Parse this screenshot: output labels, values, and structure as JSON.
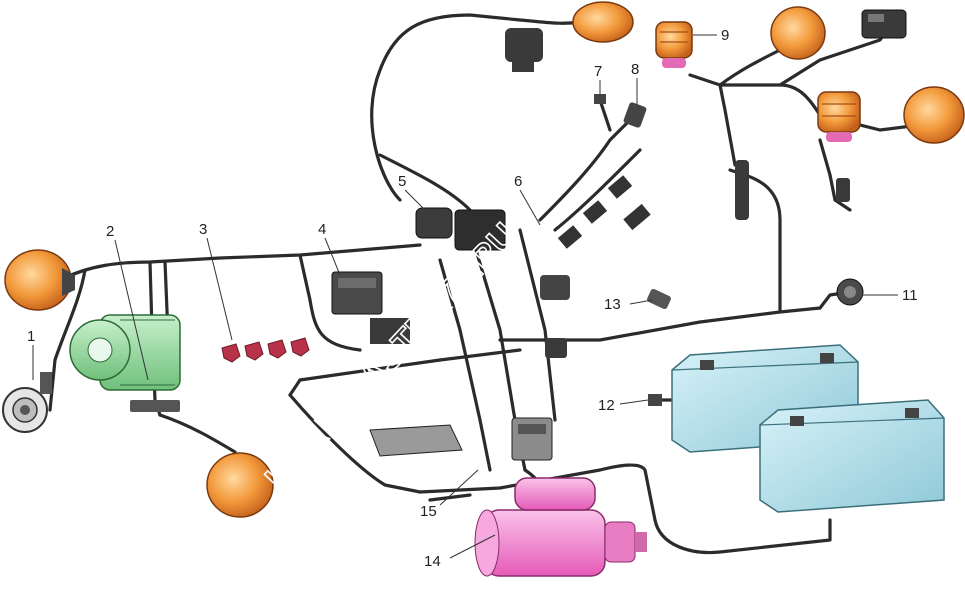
{
  "diagram": {
    "callouts": [
      "1",
      "2",
      "3",
      "4",
      "5",
      "6",
      "7",
      "8",
      "9",
      "11",
      "12",
      "13",
      "14",
      "15"
    ],
    "watermark": "KRAN-MASTER74.RU"
  },
  "colors": {
    "wire": "#2b2b2b",
    "lamp_orange": "#f08a2e",
    "generator_green": "#8fd79a",
    "battery_blue": "#b9e4ef",
    "starter_pink": "#f07fc8"
  }
}
